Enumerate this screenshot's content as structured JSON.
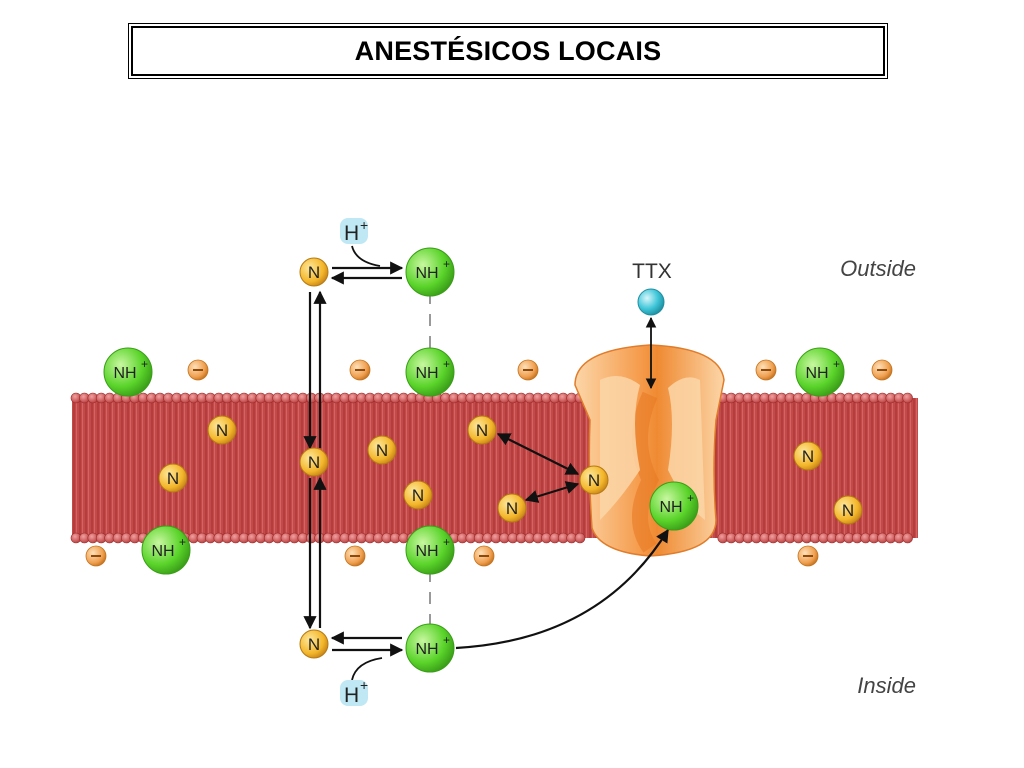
{
  "title": "ANESTÉSICOS LOCAIS",
  "labels": {
    "outside": "Outside",
    "inside": "Inside",
    "ttx": "TTX",
    "h_plus": "H",
    "plus": "+",
    "neutral": "N",
    "protonated": "NH",
    "charge_symbol": "⊖"
  },
  "colors": {
    "membrane": "#c94a4a",
    "membrane_head": "#d85a5a",
    "neutral_fill": "#f4b62a",
    "protonated_fill": "#5ad42a",
    "channel": "#f59a4a",
    "channel_light": "#fcd6a8",
    "negative_charge": "#f0a050",
    "ttx": "#3ec6d8",
    "h_ion": "#bfe8f4"
  }
}
